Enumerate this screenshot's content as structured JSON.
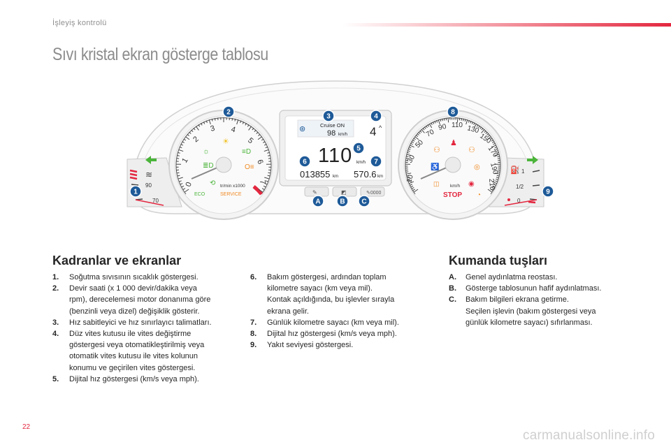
{
  "header": {
    "section": "İşleyiş kontrolü",
    "title": "Sıvı kristal ekran gösterge tablosu"
  },
  "cluster": {
    "callouts": [
      "1",
      "2",
      "3",
      "4",
      "5",
      "6",
      "7",
      "8",
      "9",
      "A",
      "B",
      "C"
    ],
    "tach_ticks": [
      "0",
      "1",
      "2",
      "3",
      "4",
      "5",
      "6",
      "7"
    ],
    "speedo_ticks": [
      "10",
      "30",
      "50",
      "70",
      "90",
      "110",
      "130",
      "150",
      "170",
      "190",
      "210"
    ],
    "temp_ticks": [
      "90",
      "70"
    ],
    "fuel_ticks": [
      "1",
      "1/2",
      "0"
    ],
    "tach_unit": "tr/min x1000",
    "eco_label": "ECO",
    "service_label": "SERVICE",
    "speed_unit": "km/h",
    "stop_label": "STOP",
    "display": {
      "cruise_label": "Cruise ON",
      "cruise_speed": "98",
      "cruise_unit": "km/h",
      "gear": "4",
      "speed": "110",
      "speed_unit": "km/h",
      "odometer": "013855",
      "odometer_unit": "km",
      "trip": "570.6",
      "trip_unit": "km"
    }
  },
  "dials_section": {
    "heading": "Kadranlar ve ekranlar",
    "items": [
      {
        "num": "1.",
        "lines": [
          "Soğutma sıvısının sıcaklık göstergesi."
        ]
      },
      {
        "num": "2.",
        "lines": [
          "Devir saati (x 1 000 devir/dakika veya",
          "rpm), derecelemesi motor donanıma göre",
          "(benzinli veya dizel) değişiklik gösterir."
        ]
      },
      {
        "num": "3.",
        "lines": [
          "Hız sabitleyici ve hız sınırlayıcı talimatları."
        ]
      },
      {
        "num": "4.",
        "lines": [
          "Düz vites kutusu ile vites değiştirme",
          "göstergesi veya otomatikleştirilmiş veya",
          "otomatik vites kutusu ile vites kolunun",
          "konumu ve geçirilen vites göstergesi."
        ]
      },
      {
        "num": "5.",
        "lines": [
          "Dijital hız göstergesi (km/s veya mph)."
        ]
      }
    ],
    "items_col2": [
      {
        "num": "6.",
        "lines": [
          "Bakım göstergesi, ardından toplam",
          "kilometre sayacı (km veya mil).",
          "Kontak açıldığında, bu işlevler sırayla",
          "ekrana gelir."
        ]
      },
      {
        "num": "7.",
        "lines": [
          "Günlük kilometre sayacı (km veya mil)."
        ]
      },
      {
        "num": "8.",
        "lines": [
          "Dijital hız göstergesi (km/s veya mph)."
        ]
      },
      {
        "num": "9.",
        "lines": [
          "Yakıt seviyesi göstergesi."
        ]
      }
    ]
  },
  "controls_section": {
    "heading": "Kumanda tuşları",
    "items": [
      {
        "num": "A.",
        "lines": [
          "Genel aydınlatma reostası."
        ]
      },
      {
        "num": "B.",
        "lines": [
          "Gösterge tablosunun hafif aydınlatması."
        ]
      },
      {
        "num": "C.",
        "lines": [
          "Bakım bilgileri ekrana getirme.",
          "Seçilen işlevin (bakım göstergesi veya",
          "günlük kilometre sayacı) sıfırlanması."
        ]
      }
    ]
  },
  "footer": {
    "page_number": "22",
    "watermark": "carmanualsonline.info"
  },
  "colors": {
    "accent": "#e3273f",
    "callout": "#1e5a98",
    "indicator_green": "#4bb43a",
    "indicator_orange": "#f08a24"
  }
}
